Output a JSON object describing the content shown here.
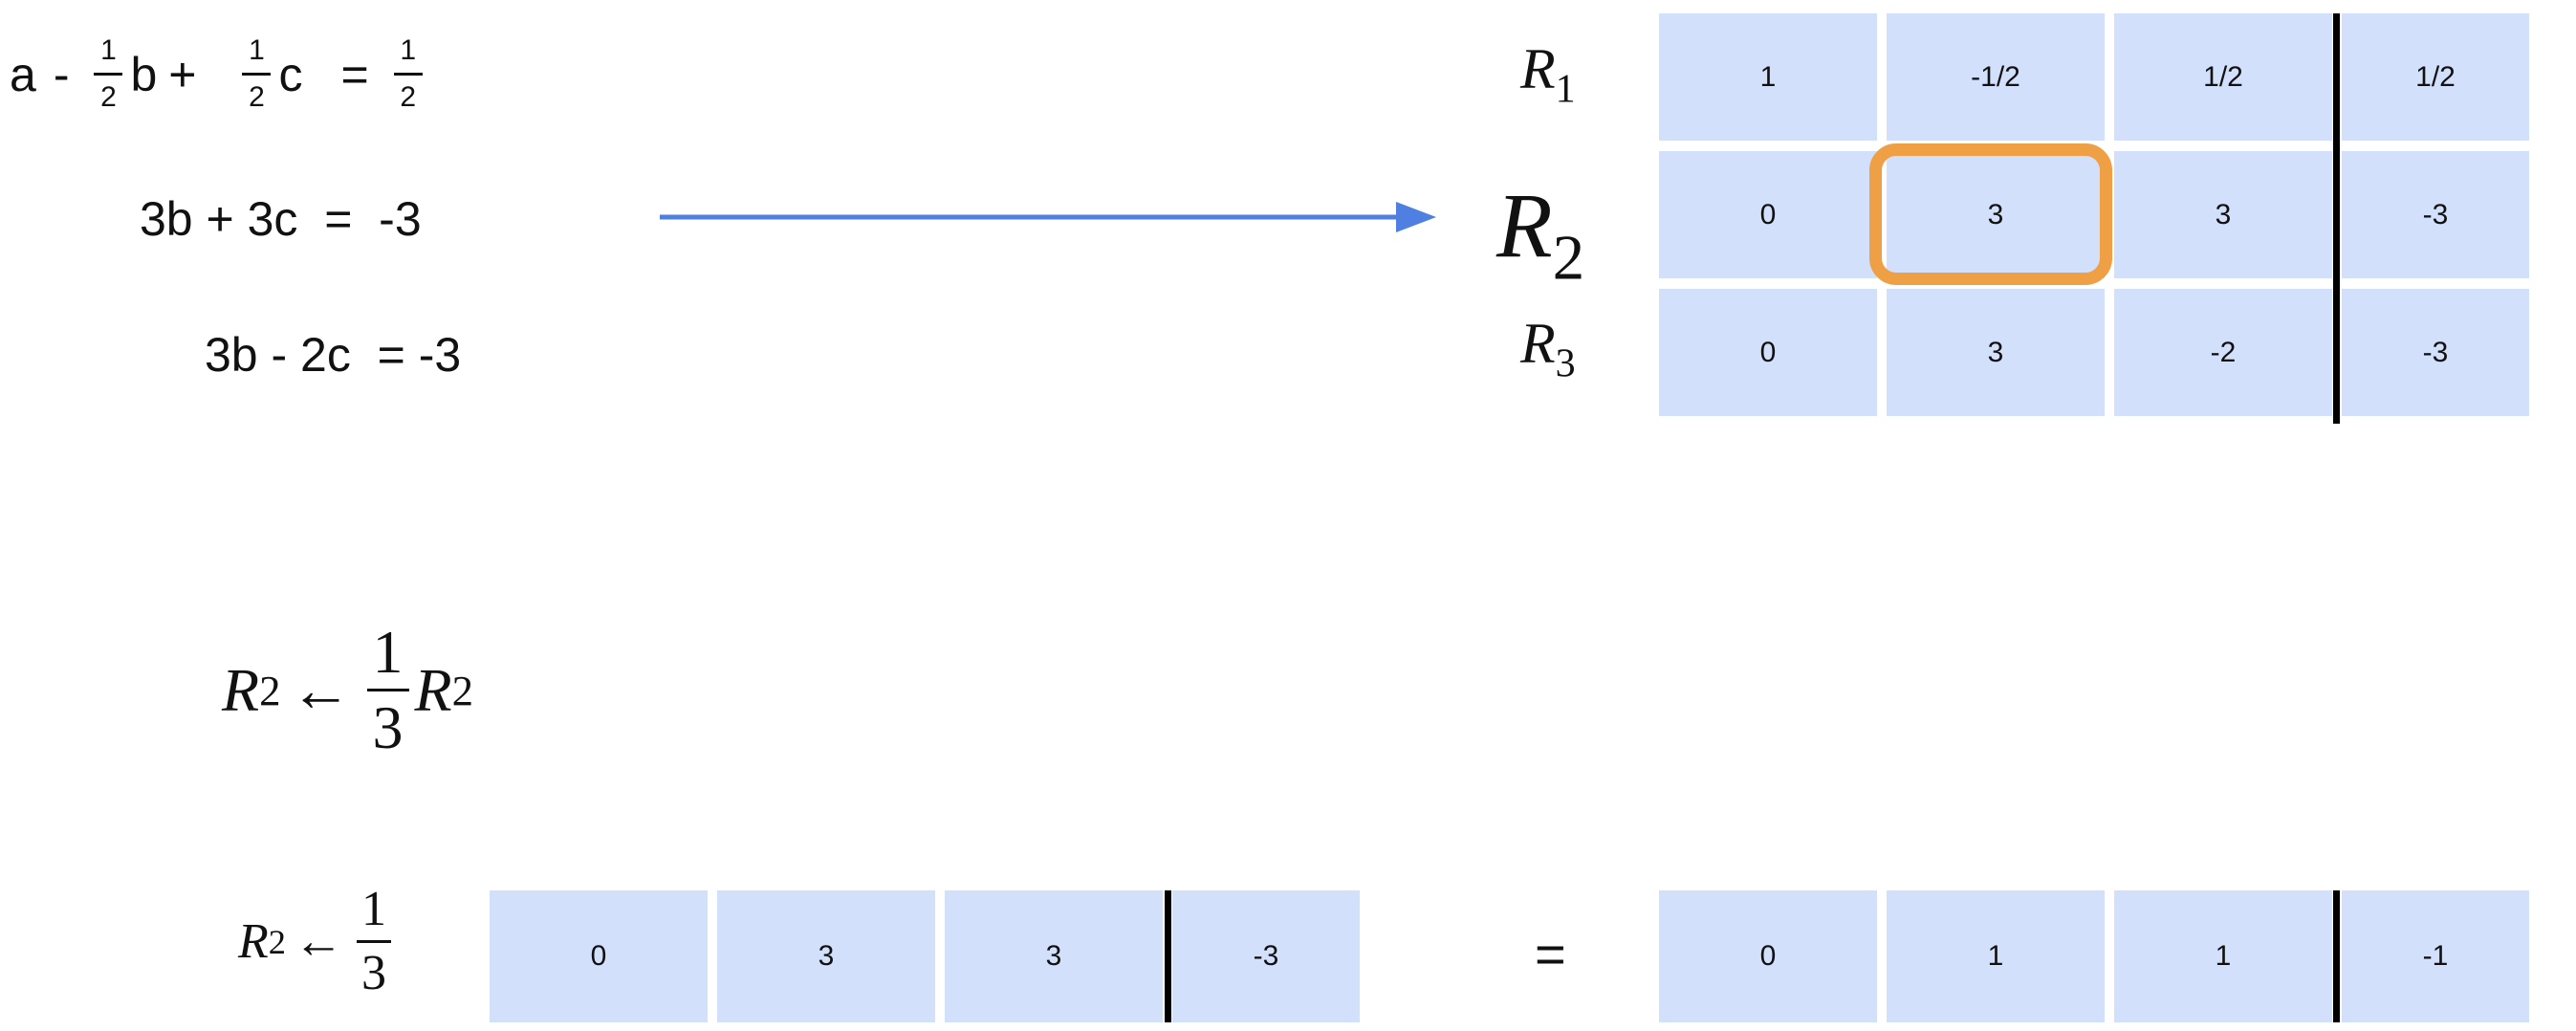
{
  "equations": {
    "eq1": {
      "a": "a",
      "op1": "-",
      "f1n": "1",
      "f1d": "2",
      "b": "b",
      "op2": "+",
      "f2n": "1",
      "f2d": "2",
      "c": "c",
      "eqs": "=",
      "f3n": "1",
      "f3d": "2"
    },
    "eq2": "3b + 3c  =  -3",
    "eq3": "3b - 2c  = -3"
  },
  "row_labels": {
    "r": "R",
    "r1": "1",
    "r2": "2",
    "r3": "3"
  },
  "matrix_top": [
    [
      "1",
      "-1/2",
      "1/2",
      "1/2"
    ],
    [
      "0",
      "3",
      "3",
      "-3"
    ],
    [
      "0",
      "3",
      "-2",
      "-3"
    ]
  ],
  "operation": {
    "r": "R",
    "sub": "2",
    "arrow": "←",
    "num": "1",
    "den": "3"
  },
  "bottom": {
    "left_row": [
      "0",
      "3",
      "3",
      "-3"
    ],
    "equals": "=",
    "result_row": [
      "0",
      "1",
      "1",
      "-1"
    ]
  },
  "colors": {
    "cell": "#d2e0fb",
    "highlight": "#f0a044",
    "arrow": "#4f7fe0"
  }
}
